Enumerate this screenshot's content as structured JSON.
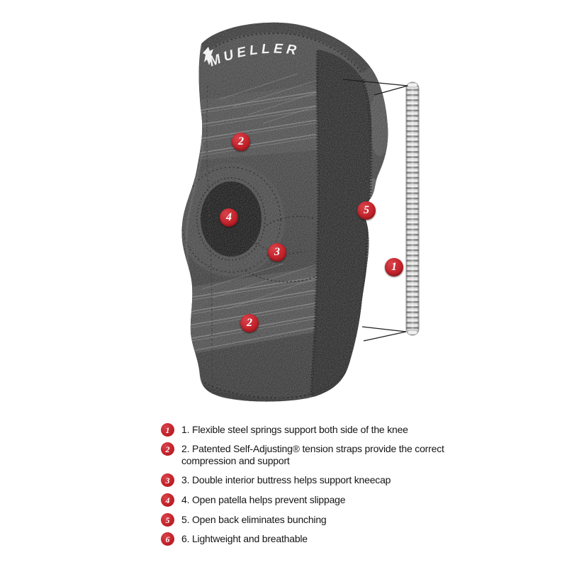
{
  "image": {
    "description": "Mueller self-adjusting knee stabilizer product diagram with numbered feature callouts",
    "background": "#ffffff"
  },
  "brand": {
    "logo_text": "MUELLER"
  },
  "colors": {
    "callout_red": "#c4232b",
    "brace_dark": "#383838",
    "strap_gray": "#434343",
    "spring_steel": "#b9b9b9",
    "legend_text": "#151515",
    "logo_white": "#f2f2f2"
  },
  "callouts": [
    {
      "number": "2"
    },
    {
      "number": "4"
    },
    {
      "number": "3"
    },
    {
      "number": "5"
    },
    {
      "number": "1"
    },
    {
      "number": "2"
    }
  ],
  "legend": {
    "items": [
      {
        "badge": "1",
        "text": "1. Flexible steel springs support both side of the knee"
      },
      {
        "badge": "2",
        "text": "2. Patented Self-Adjusting® tension straps provide the correct compression and support"
      },
      {
        "badge": "3",
        "text": "3. Double interior buttress helps support kneecap"
      },
      {
        "badge": "4",
        "text": "4. Open patella helps prevent slippage"
      },
      {
        "badge": "5",
        "text": "5. Open back eliminates bunching"
      },
      {
        "badge": "6",
        "text": "6. Lightweight and breathable"
      }
    ]
  }
}
